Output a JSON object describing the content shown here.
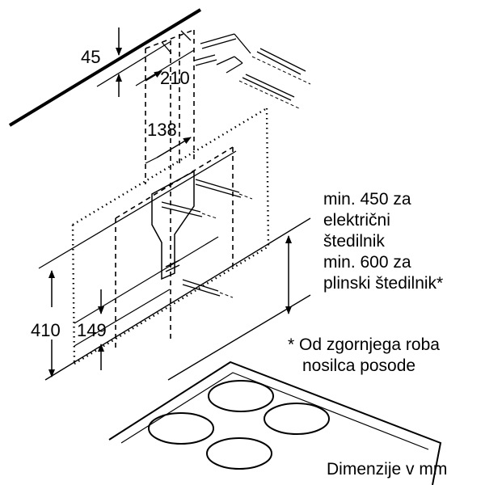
{
  "dimensions": {
    "d45": "45",
    "d210": "210",
    "d138": "138",
    "d410": "410",
    "d149": "149"
  },
  "note_min": {
    "line1": "min. 450 za",
    "line2": "električni",
    "line3": "štedilnik",
    "line4": "min. 600 za",
    "line5": "plinski štedilnik*"
  },
  "footnote": {
    "line1": "* Od zgornjega roba",
    "line2": "nosilca posode"
  },
  "units": "Dimenzije v mm",
  "colors": {
    "ink": "#000000",
    "background": "#ffffff"
  }
}
